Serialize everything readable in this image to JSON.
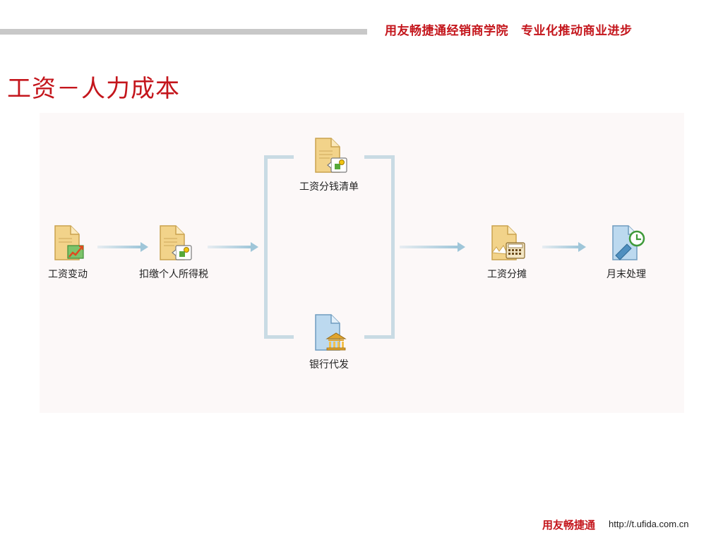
{
  "header": {
    "slogan_left": "用友畅捷通经销商学院",
    "slogan_right": "专业化推动商业进步"
  },
  "page": {
    "title": "工资－人力成本"
  },
  "flow": {
    "nodes": [
      {
        "id": "salary-change",
        "label": "工资变动",
        "icon": "document-chart-icon"
      },
      {
        "id": "withhold-tax",
        "label": "扣缴个人所得税",
        "icon": "document-edit-icon"
      },
      {
        "id": "salary-cash-list",
        "label": "工资分钱清单",
        "icon": "document-edit-icon"
      },
      {
        "id": "bank-payment",
        "label": "银行代发",
        "icon": "bank-document-icon"
      },
      {
        "id": "salary-allocation",
        "label": "工资分摊",
        "icon": "document-calculator-icon"
      },
      {
        "id": "month-end",
        "label": "月末处理",
        "icon": "document-clock-icon"
      }
    ]
  },
  "footer": {
    "brand": "用友畅捷通",
    "url": "http://t.ufida.com.cn"
  },
  "colors": {
    "brand_red": "#c4161c",
    "arrow_blue": "#9fc6d9",
    "panel_bg": "#fcf8f8",
    "doc_yellow": "#f2d38a",
    "doc_blue": "#bcd9ef"
  }
}
